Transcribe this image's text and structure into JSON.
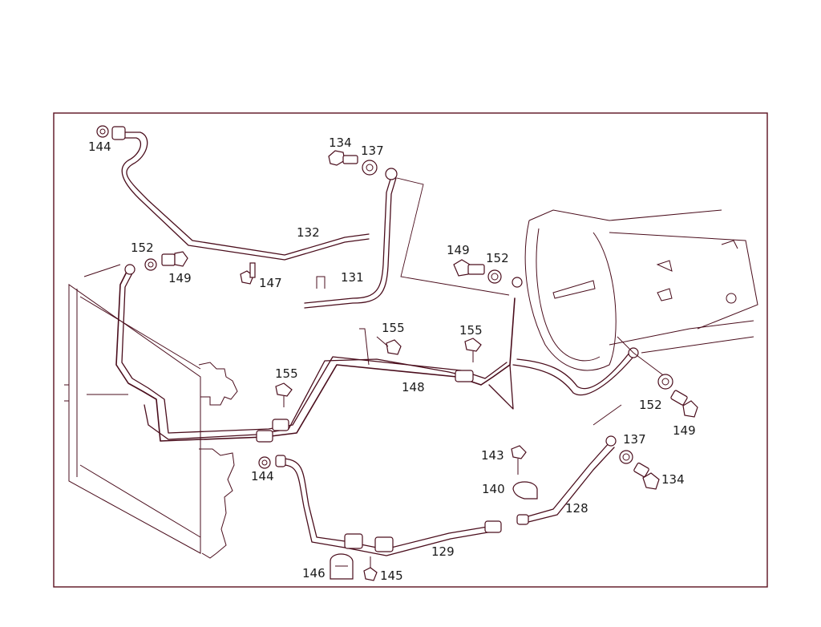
{
  "colors": {
    "line": "#4a0d1c",
    "frame": "#5a1020",
    "text": "#1a1a1a",
    "background": "#ffffff"
  },
  "parts": [
    {
      "id": "p144a",
      "label": "144"
    },
    {
      "id": "p132",
      "label": "132"
    },
    {
      "id": "p134a",
      "label": "134"
    },
    {
      "id": "p137a",
      "label": "137"
    },
    {
      "id": "p131",
      "label": "131"
    },
    {
      "id": "p152a",
      "label": "152"
    },
    {
      "id": "p149a",
      "label": "149"
    },
    {
      "id": "p147",
      "label": "147"
    },
    {
      "id": "p149b",
      "label": "149"
    },
    {
      "id": "p152b",
      "label": "152"
    },
    {
      "id": "p155a",
      "label": "155"
    },
    {
      "id": "p155b",
      "label": "155"
    },
    {
      "id": "p155c",
      "label": "155"
    },
    {
      "id": "p148",
      "label": "148"
    },
    {
      "id": "p152c",
      "label": "152"
    },
    {
      "id": "p149c",
      "label": "149"
    },
    {
      "id": "p137b",
      "label": "137"
    },
    {
      "id": "p143",
      "label": "143"
    },
    {
      "id": "p144b",
      "label": "144"
    },
    {
      "id": "p134b",
      "label": "134"
    },
    {
      "id": "p140",
      "label": "140"
    },
    {
      "id": "p128",
      "label": "128"
    },
    {
      "id": "p129",
      "label": "129"
    },
    {
      "id": "p146",
      "label": "146"
    },
    {
      "id": "p145",
      "label": "145"
    }
  ]
}
